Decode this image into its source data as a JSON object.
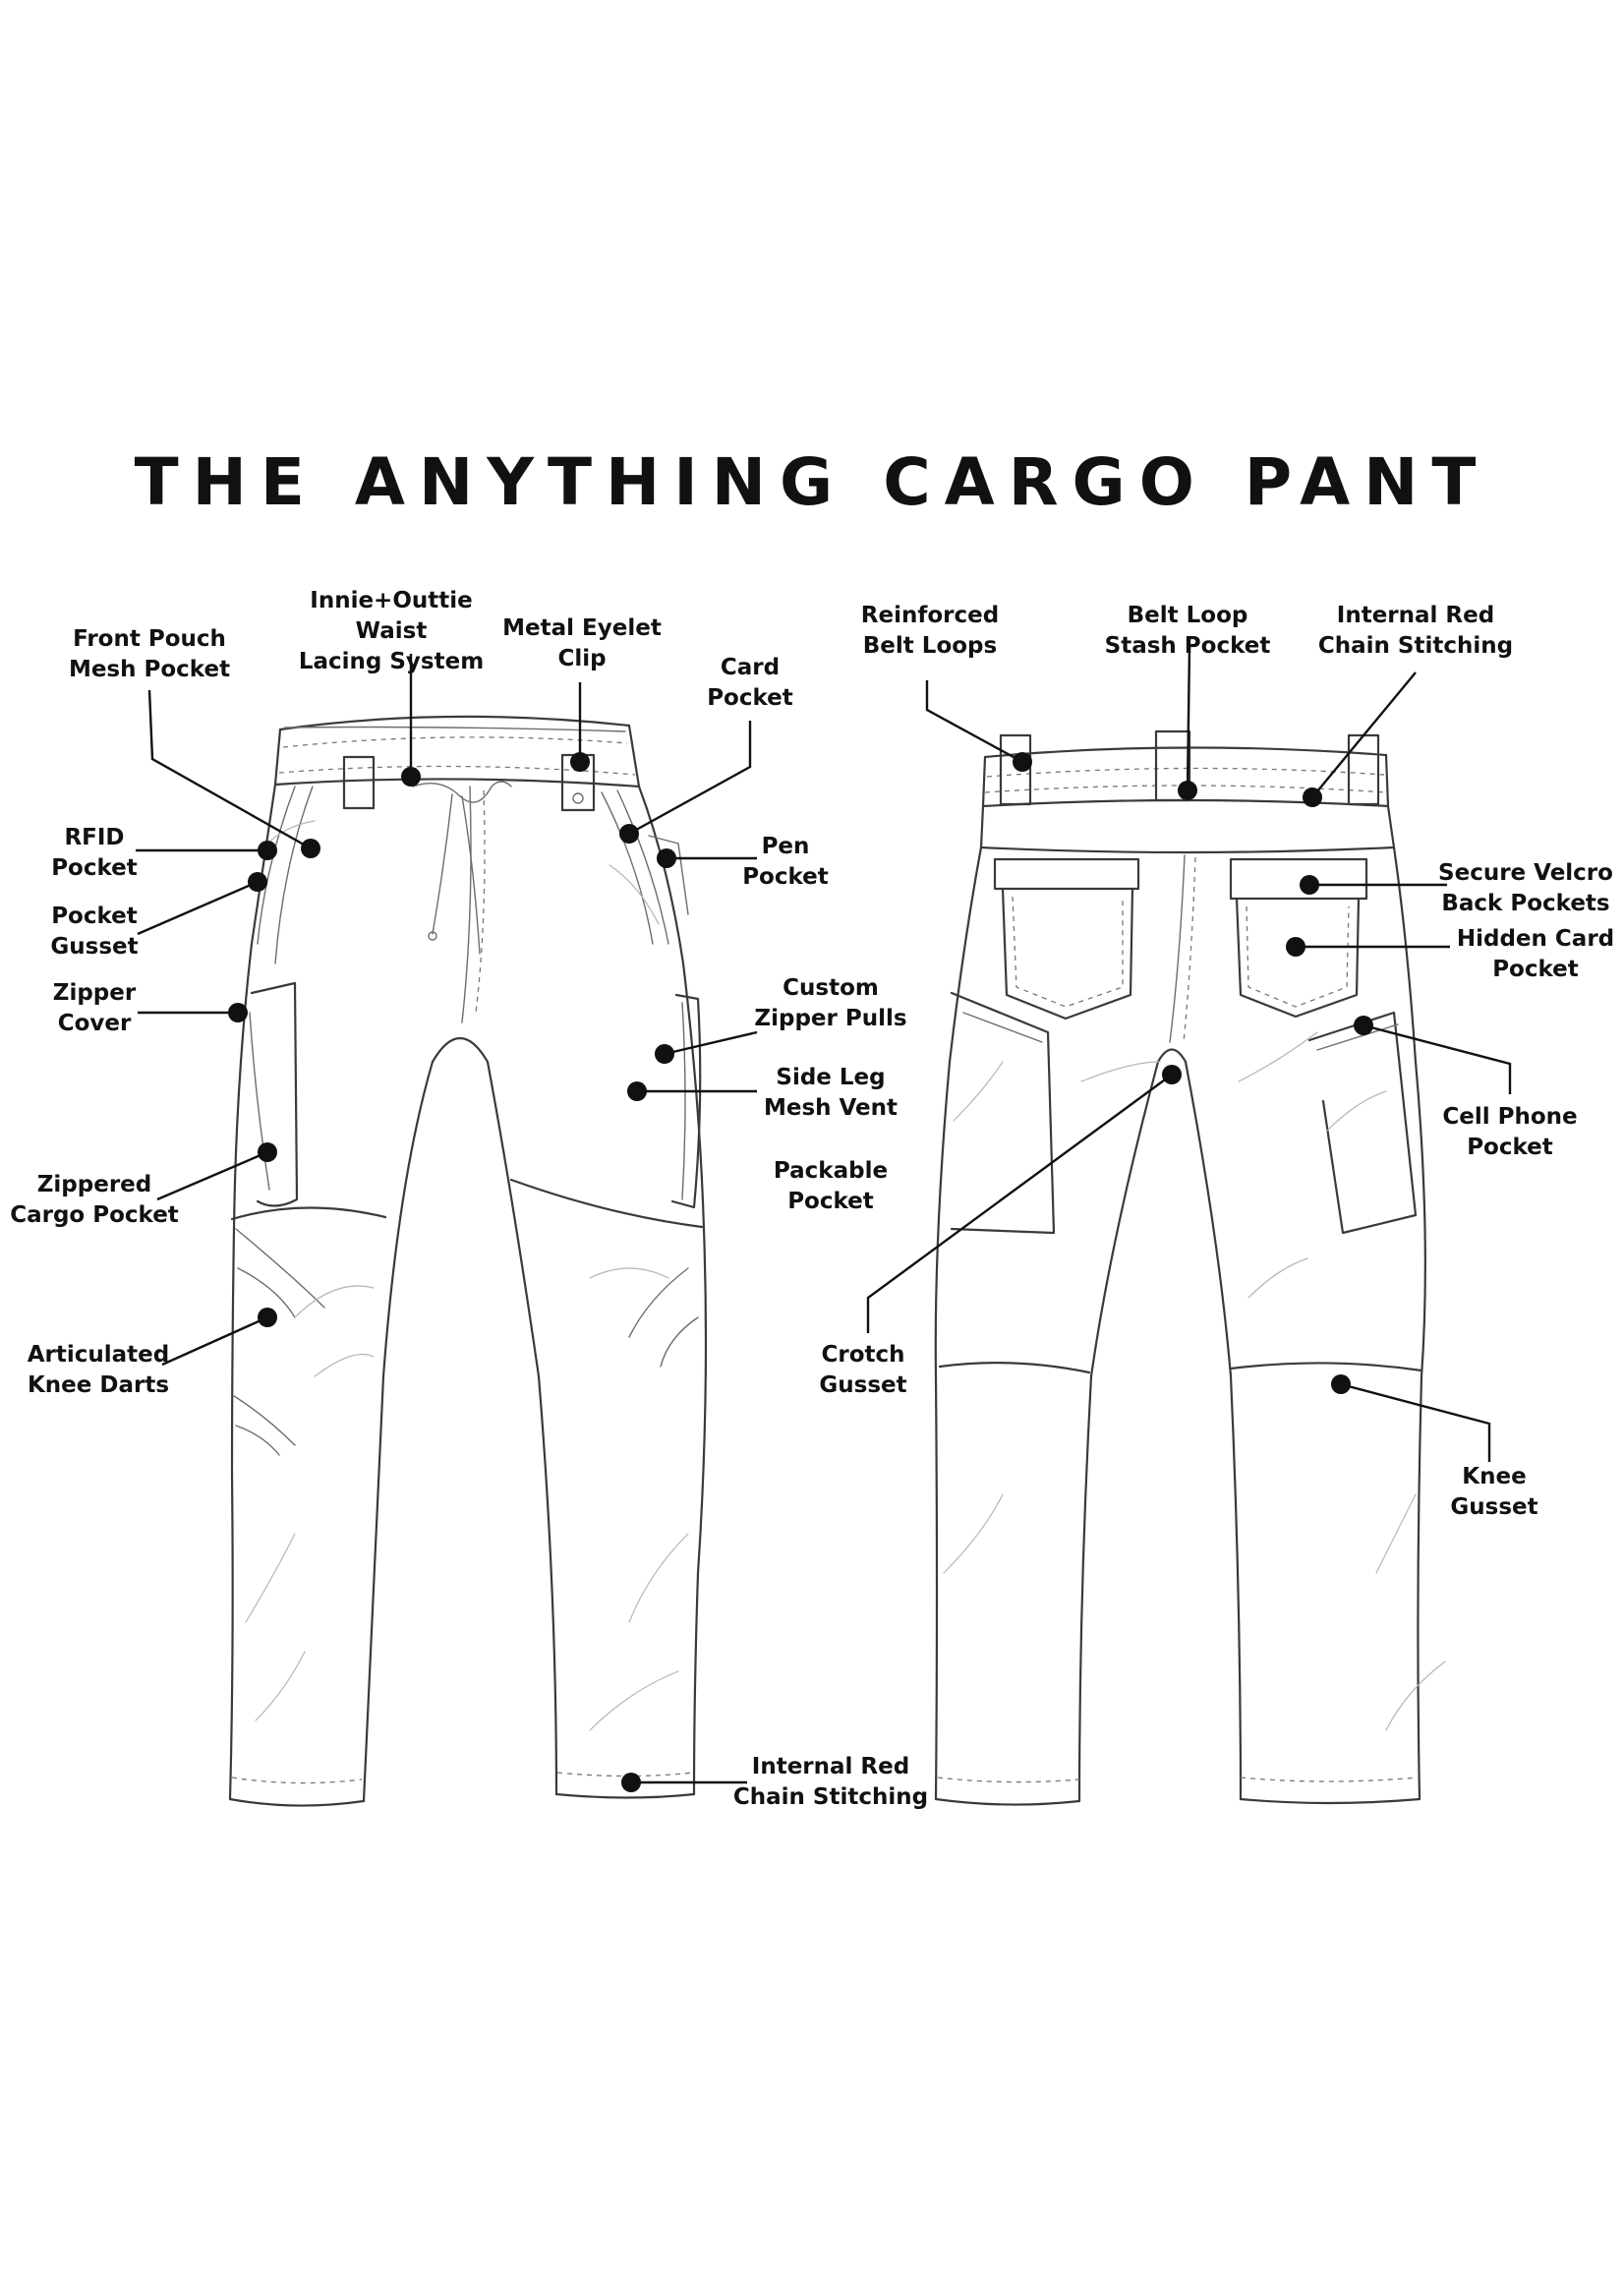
{
  "title": "THE ANYTHING CARGO PANT",
  "callouts": {
    "front_pouch": "Front Pouch\nMesh Pocket",
    "waist_lacing": "Innie+Outtie Waist\nLacing System",
    "eyelet_clip": "Metal Eyelet\nClip",
    "card_pocket": "Card\nPocket",
    "rfid_pocket": "RFID\nPocket",
    "pocket_gusset": "Pocket\nGusset",
    "pen_pocket": "Pen\nPocket",
    "zipper_cover": "Zipper\nCover",
    "zipper_pulls": "Custom\nZipper Pulls",
    "mesh_vent": "Side Leg\nMesh Vent",
    "zippered_cargo": "Zippered\nCargo Pocket",
    "packable_pocket": "Packable\nPocket",
    "knee_darts": "Articulated\nKnee Darts",
    "chain_stitch_front": "Internal Red\nChain Stitching",
    "belt_loops": "Reinforced\nBelt Loops",
    "belt_stash": "Belt Loop\nStash Pocket",
    "chain_stitch_back": "Internal Red\nChain Stitching",
    "velcro_pockets": "Secure Velcro\nBack Pockets",
    "hidden_card": "Hidden Card\nPocket",
    "cell_phone": "Cell Phone\nPocket",
    "crotch_gusset": "Crotch\nGusset",
    "knee_gusset": "Knee\nGusset"
  }
}
